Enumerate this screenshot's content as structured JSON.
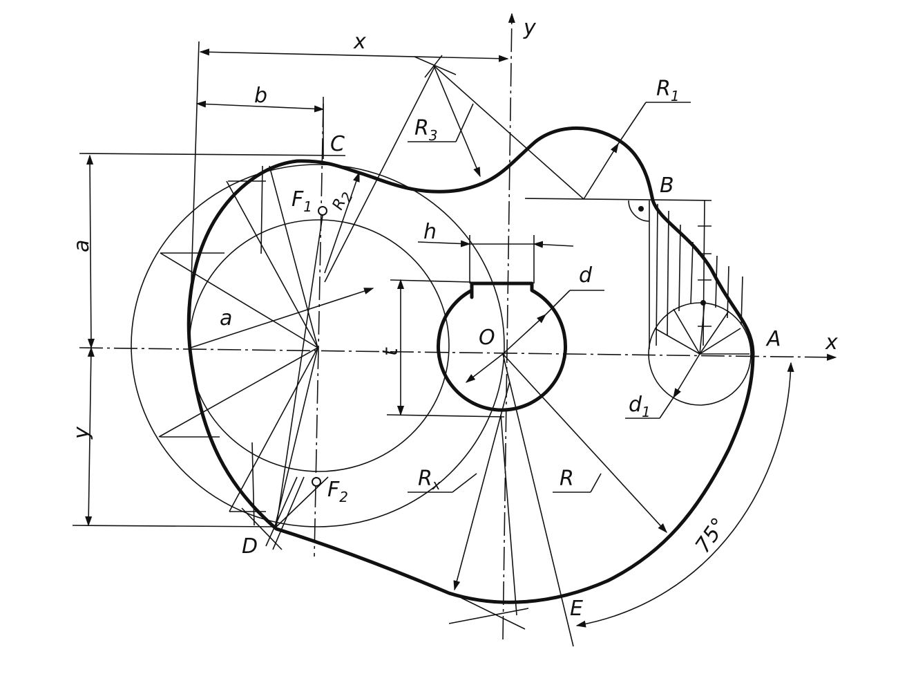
{
  "labels": {
    "y_axis": "y",
    "x_axis": "x",
    "x_dim": "x",
    "b_dim": "b",
    "a_dim": "a",
    "y_dim": "y",
    "R1": "R",
    "R1_sub": "1",
    "R2": "R",
    "R2_sub": "2",
    "R3": "R",
    "R3_sub": "3",
    "Rx": "R",
    "Rx_sub": "x",
    "R": "R",
    "d": "d",
    "d1": "d",
    "d1_sub": "1",
    "h": "h",
    "t": "t",
    "a_radius": "a",
    "O": "O",
    "A": "A",
    "B": "B",
    "C": "C",
    "D": "D",
    "E": "E",
    "F1": "F",
    "F1_sub": "1",
    "F2": "F",
    "F2_sub": "2",
    "angle": "75°"
  }
}
